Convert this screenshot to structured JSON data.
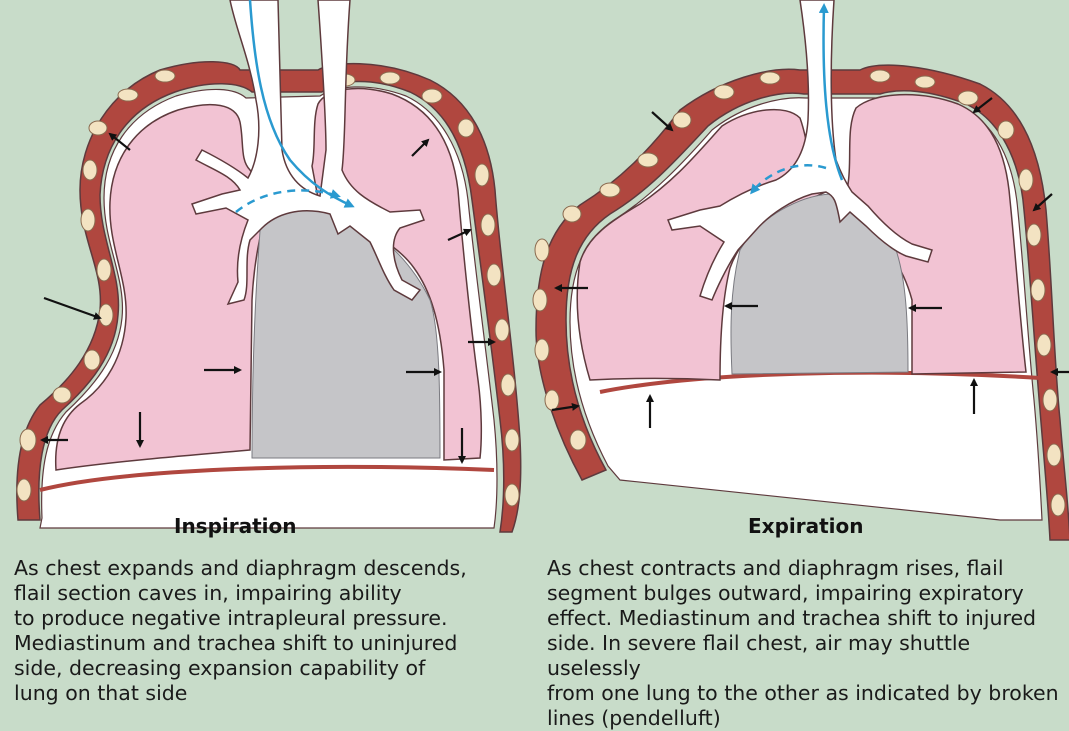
{
  "top_partial_text": "",
  "panels": [
    {
      "title": "Inspiration",
      "description": "As chest expands and diaphragm descends,\nflail section caves in, impairing ability\nto produce negative intrapleural pressure.\nMediastinum and trachea shift to uninjured\nside, decreasing expansion capability of\nlung on that side",
      "airflow": "inhaled air enters trachea; broken line shows air shuttling from injured-side lung",
      "icon": "lungs-inspiration-diagram"
    },
    {
      "title": "Expiration",
      "description": "As chest contracts and diaphragm rises, flail\nsegment bulges outward, impairing expiratory\neffect. Mediastinum and trachea shift to injured\nside. In severe flail chest, air may shuttle uselessly\nfrom one lung to the other as indicated by broken\nlines (pendelluft)",
      "airflow": "exhaled air leaves trachea; broken line shows air shuttling into injured-side lung",
      "icon": "lungs-expiration-diagram"
    }
  ],
  "colors": {
    "background": "#c8dcc9",
    "lung": "#f2c3d3",
    "lung_outline": "#5e3a3d",
    "chest_wall": "#b0473f",
    "rib": "#f3e3c2",
    "mediastinum": "#c5c5c8",
    "airway": "#ffffff",
    "airflow": "#2a9ad0",
    "arrow": "#111111"
  }
}
